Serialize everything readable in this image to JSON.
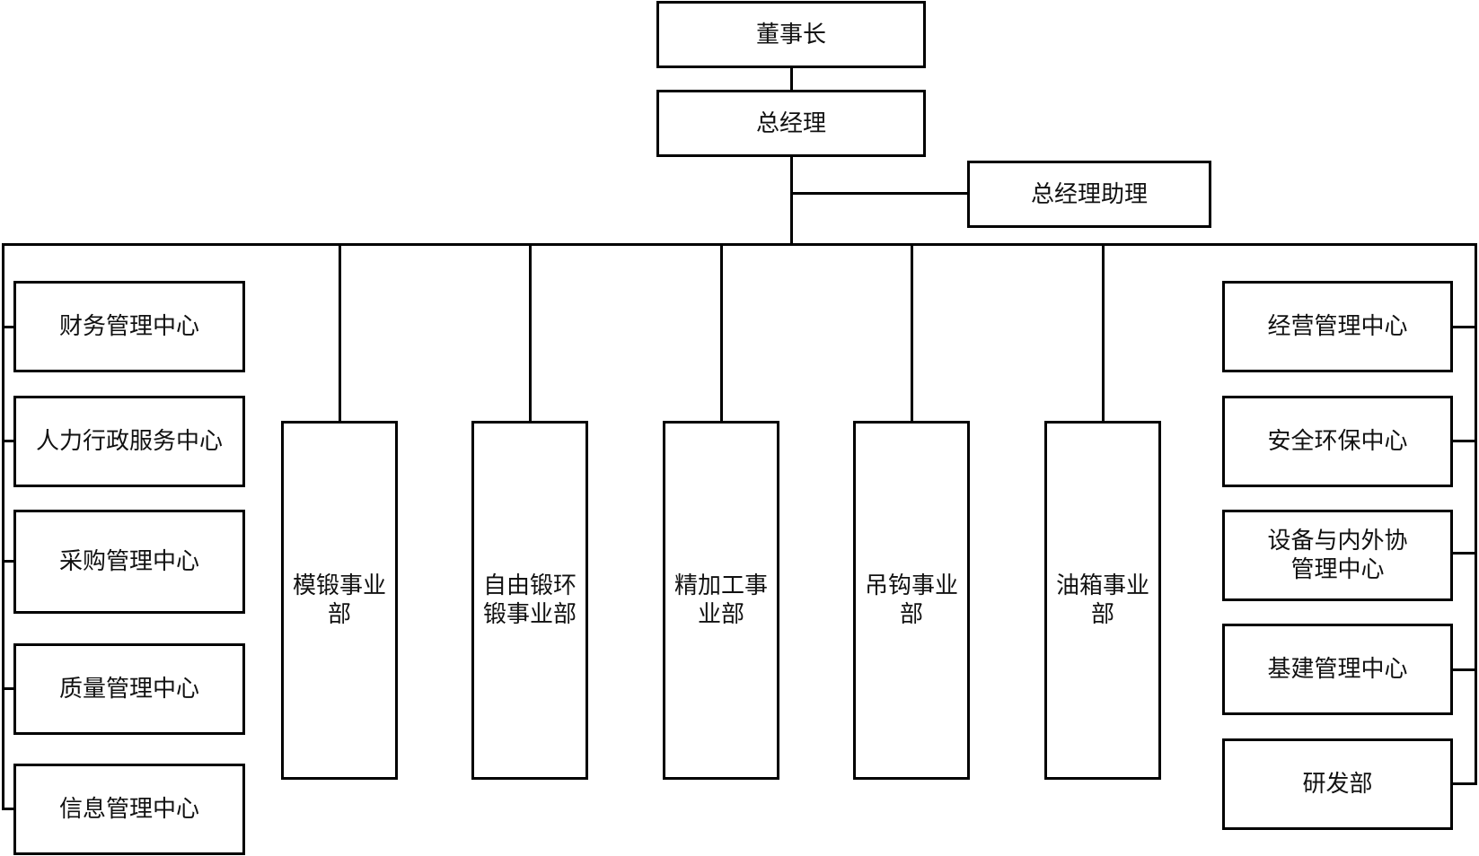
{
  "chairman": "董事长",
  "general_manager": "总经理",
  "gm_assistant": "总经理助理",
  "left_centers": [
    "财务管理中心",
    "人力行政服务中心",
    "采购管理中心",
    "质量管理中心",
    "信息管理中心"
  ],
  "business_units": [
    "模锻事业\n部",
    "自由锻环\n锻事业部",
    "精加工事\n业部",
    "吊钩事业\n部",
    "油箱事业\n部"
  ],
  "right_centers": [
    "经营管理中心",
    "安全环保中心",
    "设备与内外协\n管理中心",
    "基建管理中心",
    "研发部"
  ]
}
